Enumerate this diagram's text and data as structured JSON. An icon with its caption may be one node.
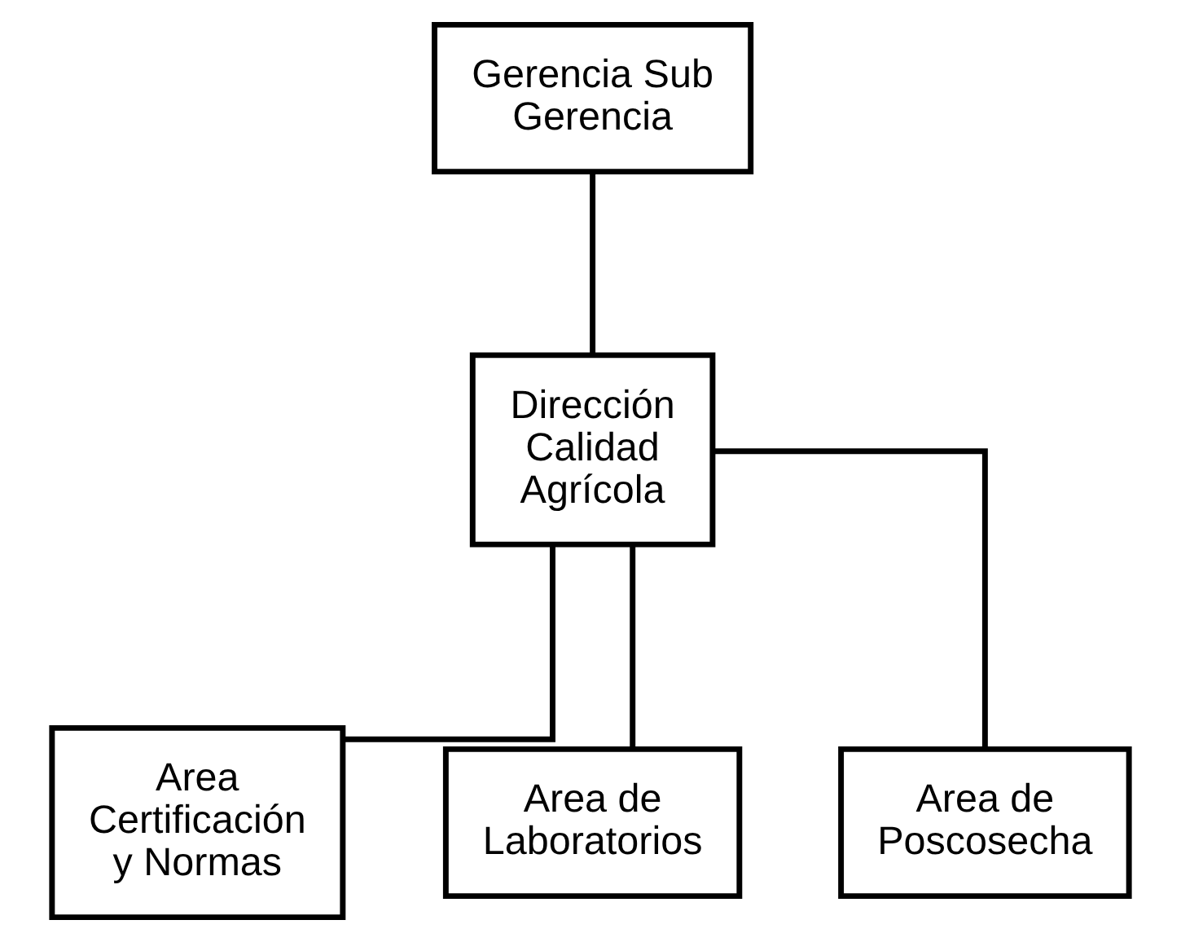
{
  "diagram": {
    "nodes": [
      {
        "text": [
          "Gerencia Sub Gerencia"
        ]
      },
      {
        "text": [
          "Dirección Calidad Agrícola"
        ]
      },
      {
        "text": [
          "Area Certificación y Normas"
        ]
      },
      {
        "text": [
          "Area de Laboratorios"
        ]
      },
      {
        "text": [
          "Area de Poscosecha"
        ]
      }
    ],
    "edges": [
      {
        "from": 0,
        "to": 1,
        "arrow": "none"
      },
      {
        "from": 1,
        "to": 2,
        "arrow": "none"
      },
      {
        "from": 1,
        "to": 3,
        "arrow": "none"
      },
      {
        "from": 1,
        "to": 4,
        "arrow": "none"
      }
    ]
  }
}
